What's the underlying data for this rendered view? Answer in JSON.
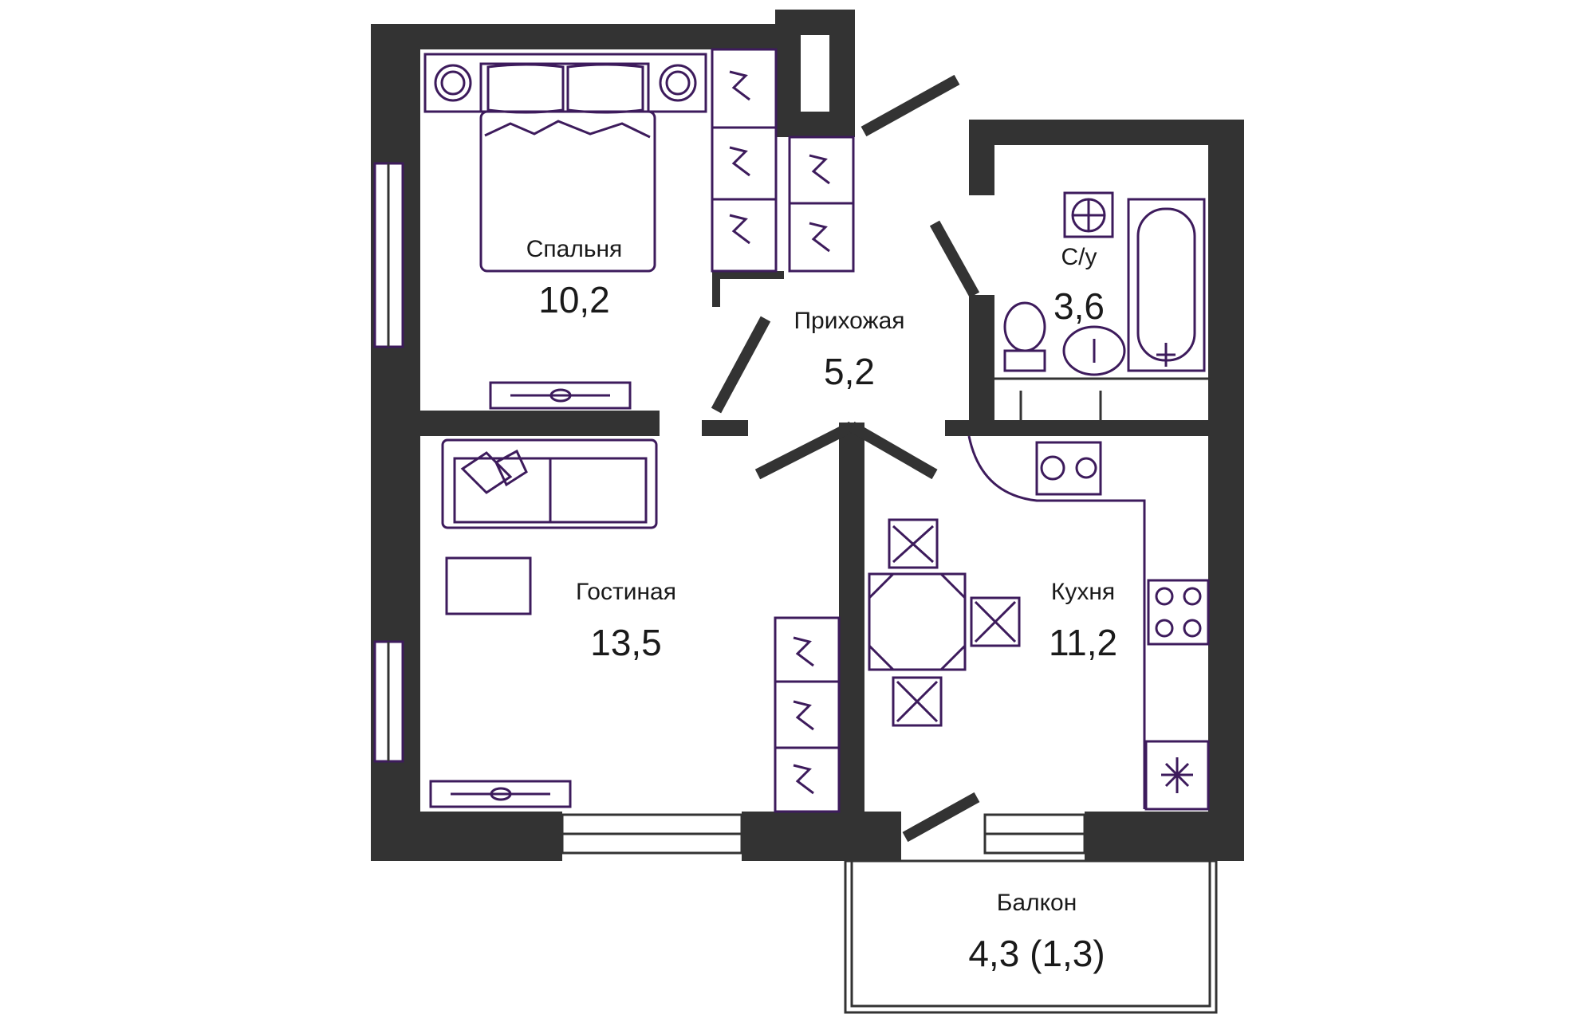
{
  "colors": {
    "wall": "#333333",
    "furniture": "#3d1b5c",
    "background": "#ffffff"
  },
  "rooms": [
    {
      "id": "bedroom",
      "name": "Спальня",
      "area": "10,2"
    },
    {
      "id": "hallway",
      "name": "Прихожая",
      "area": "5,2"
    },
    {
      "id": "bathroom",
      "name": "С/у",
      "area": "3,6"
    },
    {
      "id": "living",
      "name": "Гостиная",
      "area": "13,5"
    },
    {
      "id": "kitchen",
      "name": "Кухня",
      "area": "11,2"
    },
    {
      "id": "balcony",
      "name": "Балкон",
      "area": "4,3 (1,3)"
    }
  ],
  "icons": [
    "bed-icon",
    "sofa-icon",
    "table-icon",
    "chair-icon",
    "wardrobe-icon",
    "bathtub-icon",
    "toilet-icon",
    "sink-icon",
    "washing-machine-icon",
    "stove-icon",
    "fridge-icon",
    "tv-icon"
  ]
}
